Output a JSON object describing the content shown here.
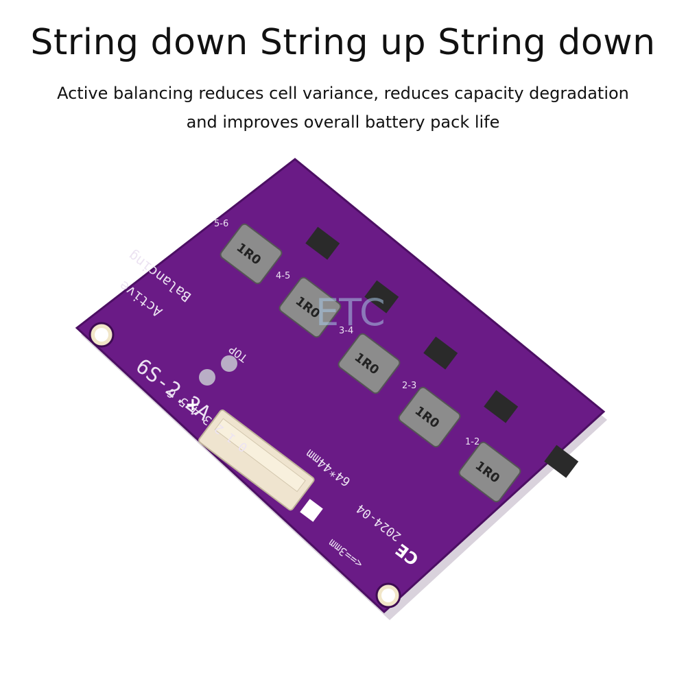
{
  "header": {
    "title": "String down String up String down",
    "subtitle_line1": "Active balancing reduces cell variance, reduces capacity degradation",
    "subtitle_line2": "and improves overall battery pack life"
  },
  "board": {
    "model_label": "6S-2.2A",
    "name_line1": "Active",
    "name_line2": "Balancing",
    "top_label": "TOP",
    "pin_numbers": "0 1 2 3 4 5 6",
    "dimensions": "64*44mm",
    "date": "2024-04",
    "clearance_note": "<==3mm",
    "ce_mark": "CE",
    "inductor_marking": "1R0",
    "channel_labels": [
      "5-6",
      "4-5",
      "3-4",
      "2-3",
      "1-2"
    ],
    "watermark": "ETC"
  },
  "colors": {
    "pcb": "#6a1b86",
    "pcb_dark": "#4c0f63",
    "inductor": "#8c8c8c",
    "connector": "#efe4cf"
  }
}
